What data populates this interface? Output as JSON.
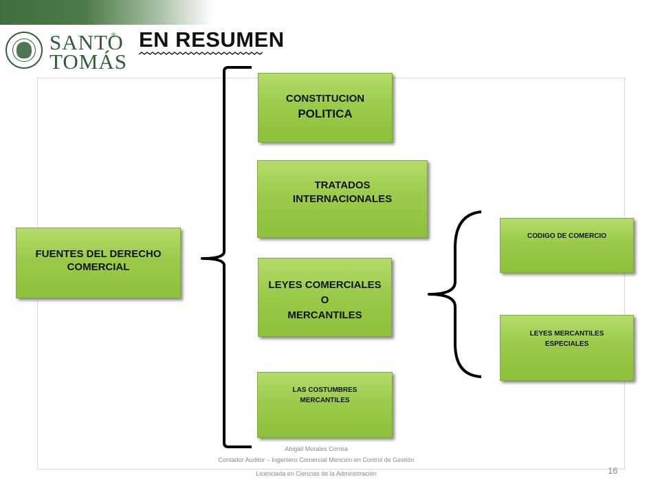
{
  "header": {
    "brand_line1": "SANTO",
    "brand_line2": "TOMÁS",
    "brand_mark": "®",
    "title": "EN RESUMEN",
    "brand_color": "#2f5e35"
  },
  "diagram": {
    "root": "FUENTES DEL DERECHO COMERCIAL",
    "sources": {
      "constitucion_line1": "CONSTITUCION",
      "constitucion_line2": "POLITICA",
      "tratados_line1": "TRATADOS",
      "tratados_line2": "INTERNACIONALES",
      "leyes_line1": "LEYES COMERCIALES O",
      "leyes_line2": "MERCANTILES",
      "costumbres_line1": "LAS COSTUMBRES",
      "costumbres_line2": "MERCANTILES"
    },
    "leyes_children": {
      "codigo": "CODIGO DE COMERCIO",
      "especiales_line1": "LEYES MERCANTILES",
      "especiales_line2": "ESPECIALES"
    },
    "box_color": "#9bcb4a"
  },
  "footer": {
    "author": "Abigail Morales Correa",
    "line2": "Contador Auditor – Ingeniero Comercial Mención en Control de Gestión",
    "line3": "Licenciada en Ciencias de la Administración",
    "page": "16"
  }
}
